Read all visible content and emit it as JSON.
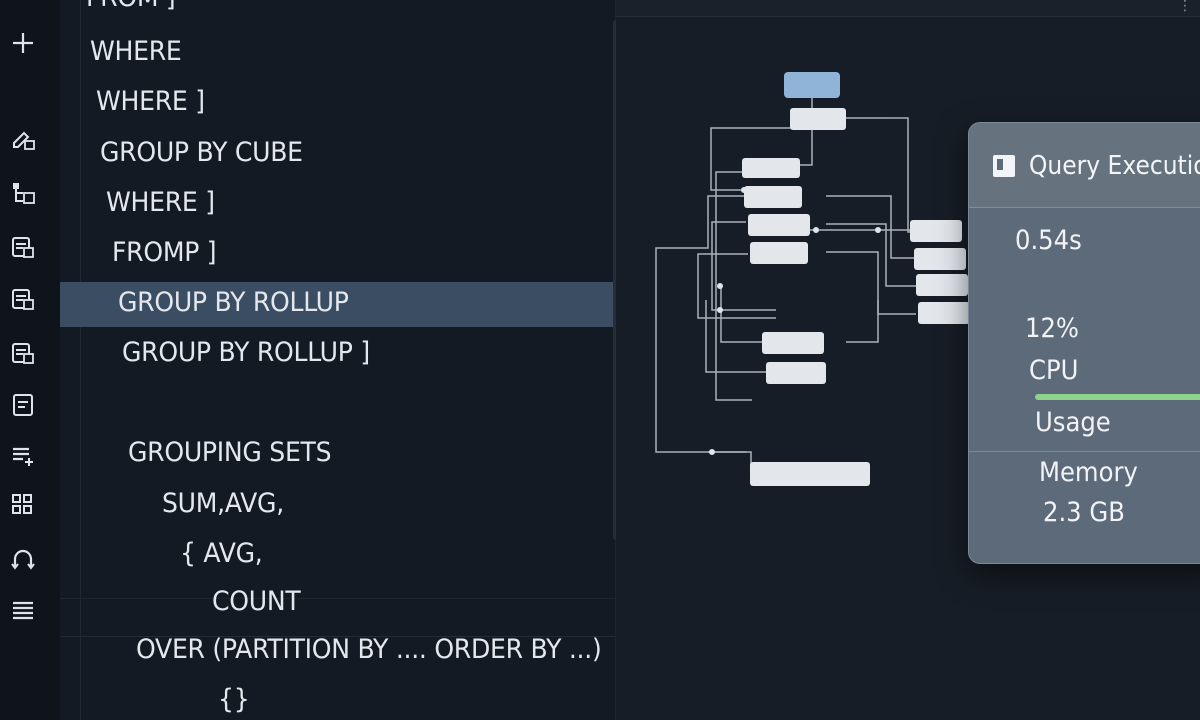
{
  "editor": {
    "lines": [
      "FROM ]",
      "WHERE",
      "WHERE ]",
      "GROUP BY CUBE",
      "WHERE ]",
      "FROMP ]",
      "GROUP BY ROLLUP",
      "GROUP BY ROLLUP ]",
      "GROUPING SETS",
      "SUM,AVG,",
      "{ AVG,",
      "COUNT",
      "OVER (PARTITION BY .... ORDER BY ...)",
      "{}"
    ],
    "highlighted_line": "GROUP BY ROLLUP"
  },
  "rail": {
    "icons": [
      "plus-icon",
      "edit-table-icon",
      "flow-table-icon",
      "table-edit-icon",
      "table-edit-icon",
      "table-edit-icon",
      "form-icon",
      "list-add-icon",
      "grid-icon",
      "user-sync-icon",
      "menu-lines-icon"
    ]
  },
  "panel": {
    "title": "Query Execution",
    "accent": "#8fd48a"
  },
  "stats": {
    "time": "0.54s",
    "cpu_value": "12%",
    "cpu_label": "CPU",
    "usage_label": "Usage",
    "cpu_fraction": 0.12,
    "memory_label": "Memory",
    "memory_value": "2.3 GB"
  }
}
